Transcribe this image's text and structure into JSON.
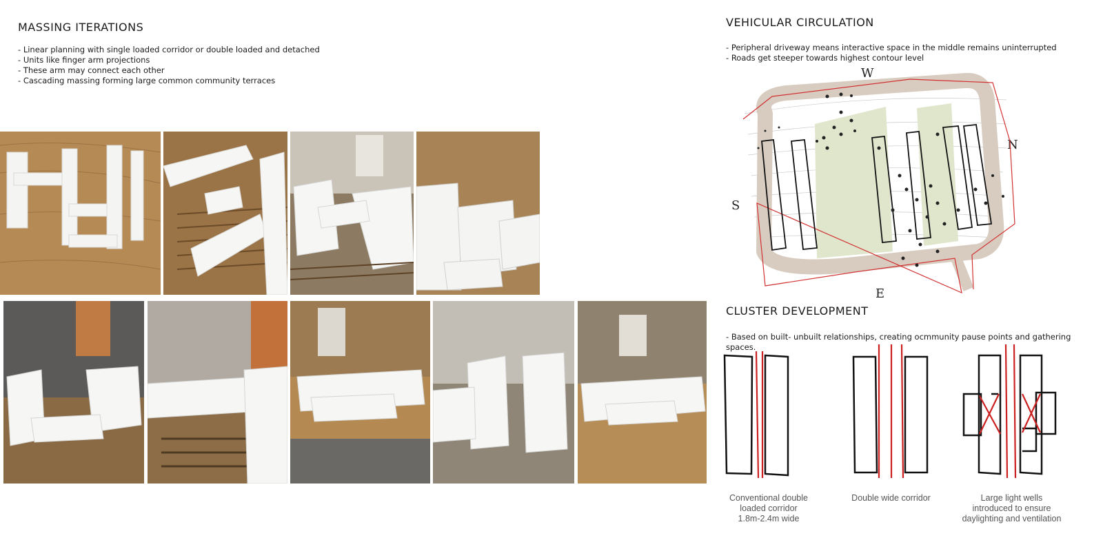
{
  "massing": {
    "title": "MASSING ITERATIONS",
    "bullets": [
      "Linear planning with single loaded corridor or double loaded and detached",
      "Units like finger arm projections",
      "These arm may connect each other",
      "Cascading massing forming large  common community terraces"
    ],
    "photos": [
      "model-plan",
      "model-closeup",
      "model-studio",
      "model-stack",
      "studio-1",
      "studio-2",
      "studio-3",
      "studio-4",
      "studio-5"
    ]
  },
  "vehicular": {
    "title": "VEHICULAR CIRCULATION",
    "bullets": [
      "Peripheral driveway means interactive space in the middle remains uninterrupted",
      "Roads get steeper towards highest contour level"
    ],
    "compass": {
      "w": "W",
      "n": "N",
      "s": "S",
      "e": "E"
    },
    "colors": {
      "road": "#d8ccc0",
      "boundary": "#d23030",
      "green": "#dfe6cc",
      "tree": "#222222"
    }
  },
  "cluster": {
    "title": "CLUSTER DEVELOPMENT",
    "bullets": [
      "Based on built- unbuilt relationships, creating ocmmunity pause points and gathering spaces."
    ],
    "captions": [
      [
        "Conventional double",
        "loaded corridor",
        "1.8m-2.4m wide"
      ],
      [
        "Double wide corridor"
      ],
      [
        "Large light wells",
        "introduced to ensure",
        "daylighting and ventilation"
      ]
    ],
    "colors": {
      "line": "#111111",
      "corridor": "#cc1f1f"
    }
  }
}
